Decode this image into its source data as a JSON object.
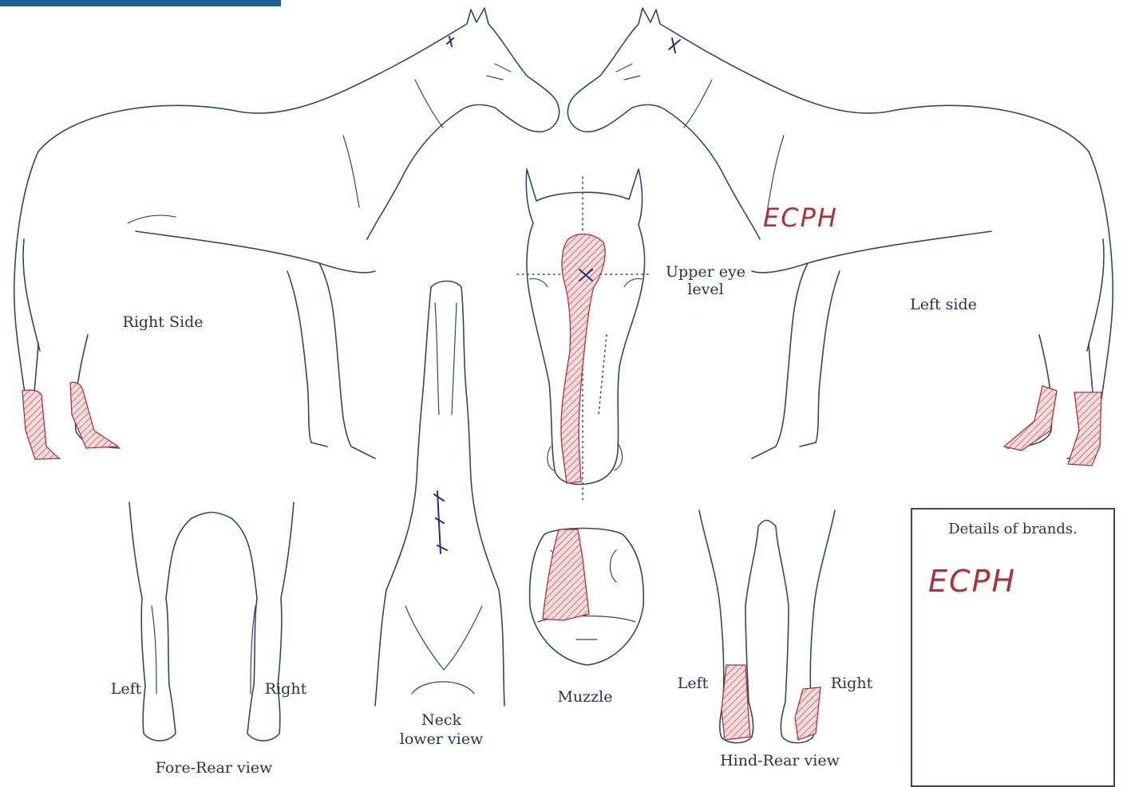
{
  "diagram": {
    "views": {
      "right_side": "Right Side",
      "left_side": "Left side",
      "upper_eye_level": "Upper eye level",
      "neck_lower_view": "Neck lower view",
      "muzzle": "Muzzle",
      "fore_rear_view": "Fore-Rear view",
      "hind_rear_view": "Hind-Rear view"
    },
    "leg_labels": {
      "fore_left": "Left",
      "fore_right": "Right",
      "hind_left": "Left",
      "hind_right": "Right"
    },
    "handwritten_side_mark": "ECPH",
    "brands": {
      "title": "Details of brands.",
      "text": "ECPH"
    },
    "colors": {
      "outline": "#2d4a6b",
      "white_markings": "#b2303a",
      "scars": "#2a2f7a",
      "header": "#1f5f8f"
    }
  }
}
